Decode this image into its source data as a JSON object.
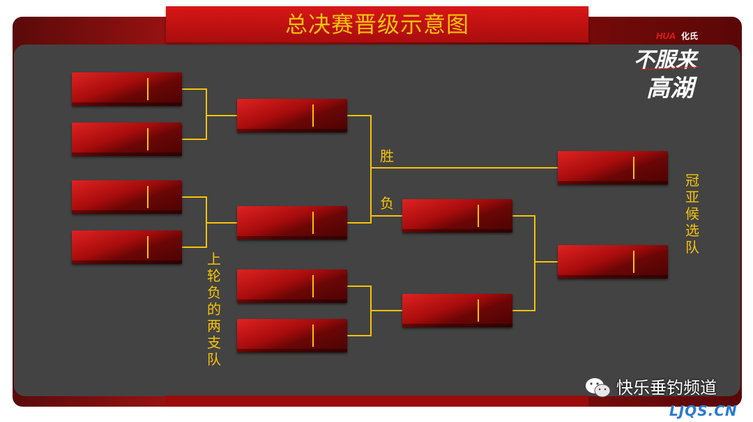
{
  "title": "总决赛晋级示意图",
  "labels": {
    "win": "胜",
    "lose": "负",
    "last_round_losers": "上轮负的两支队",
    "finalists": "冠亚候选队"
  },
  "logo": {
    "brand": "HUA化氏",
    "slogan": "不服来高湖"
  },
  "footer": {
    "channel": "快乐垂钓频道",
    "watermark": "LJQS.CN"
  },
  "colors": {
    "accent": "#f6c30a",
    "slot_red": "#c41212",
    "panel": "#434343"
  }
}
